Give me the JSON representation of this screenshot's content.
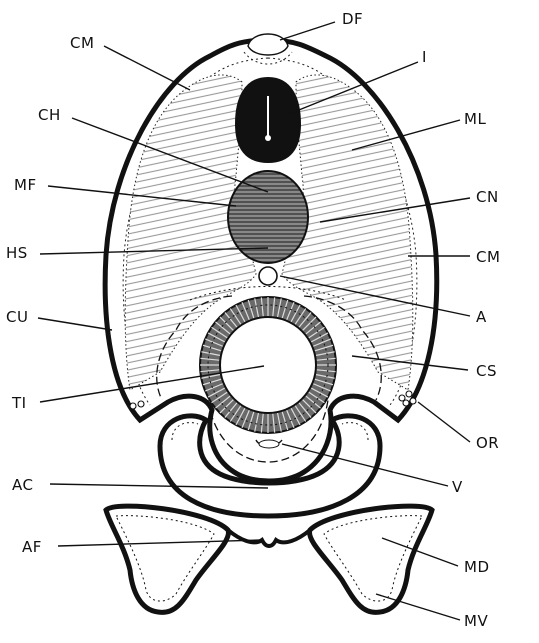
{
  "labels": {
    "DF": "DF",
    "CM_top": "CM",
    "I": "I",
    "CH": "CH",
    "ML": "ML",
    "MF": "MF",
    "CN": "CN",
    "HS": "HS",
    "CM_right": "CM",
    "A": "A",
    "CU": "CU",
    "CS": "CS",
    "TI": "TI",
    "OR": "OR",
    "AC": "AC",
    "V": "V",
    "AF": "AF",
    "MD": "MD",
    "MV": "MV"
  },
  "colors": {
    "ink": "#111111",
    "paper": "#ffffff",
    "muscle_hatch": "#9a9a9a",
    "notochord_fill": "#555555",
    "intestine_ring": "#6a6a6a"
  }
}
